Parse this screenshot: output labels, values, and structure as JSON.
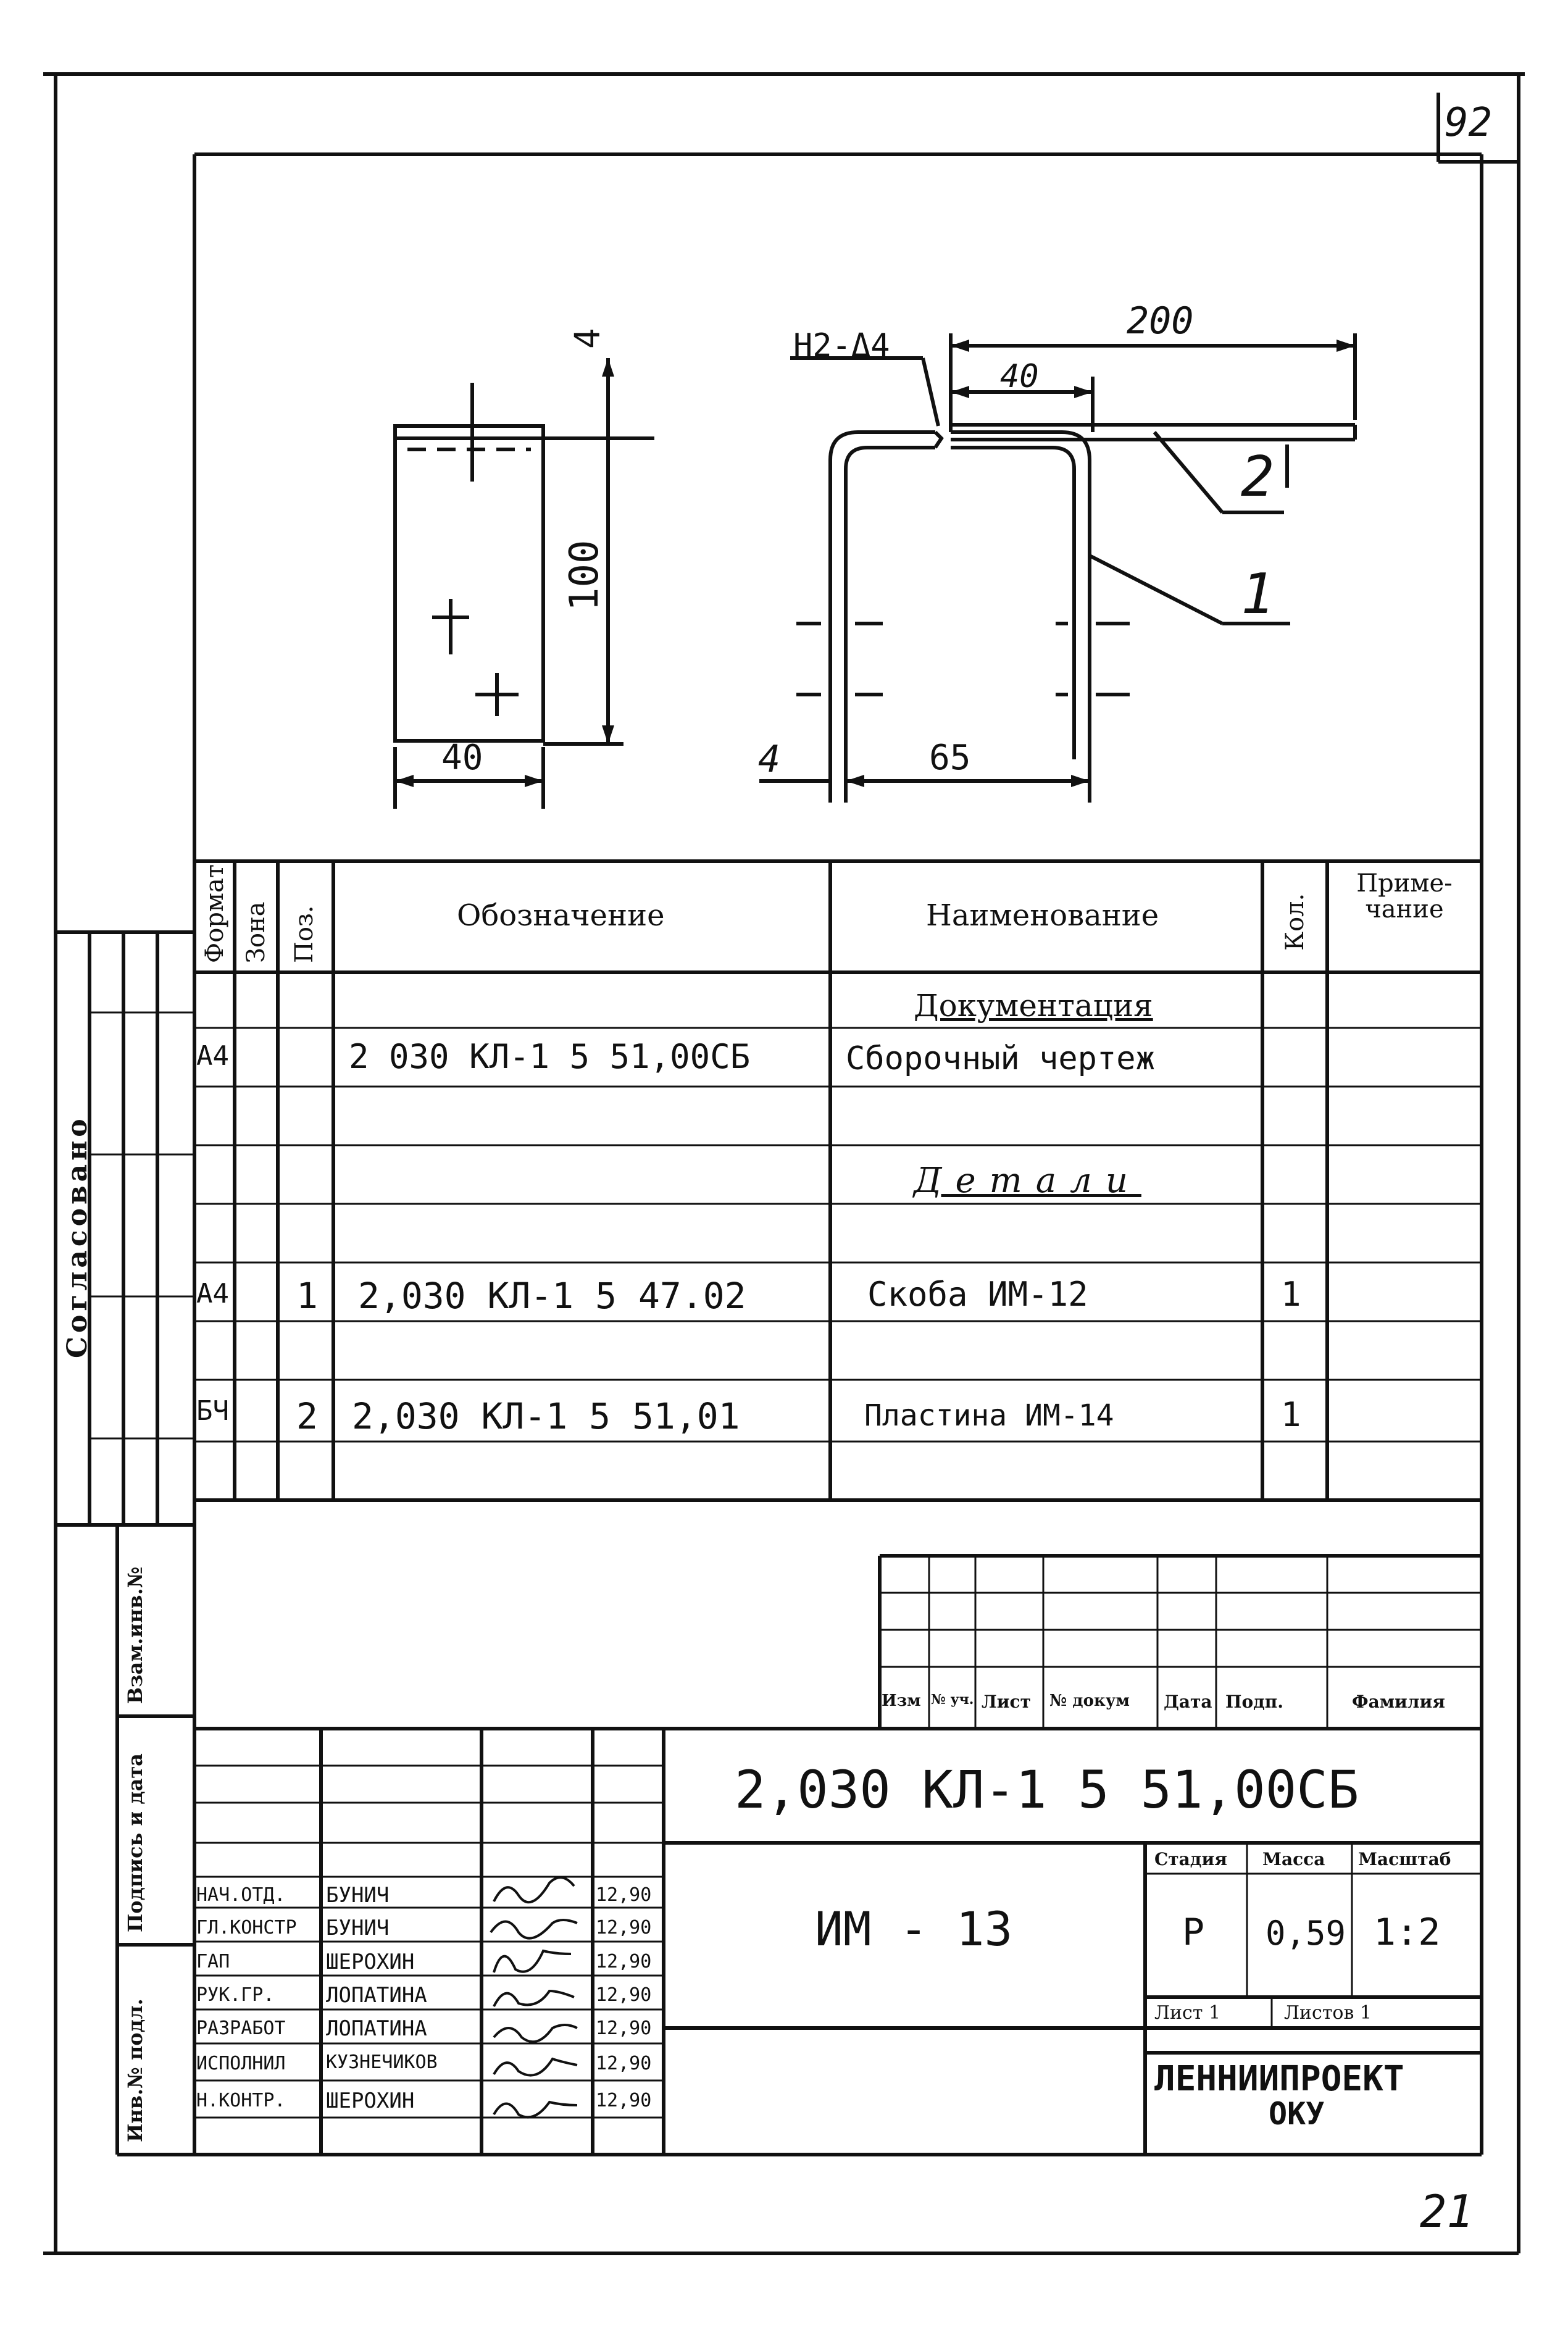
{
  "sheet_number": "92",
  "page_mark": "21",
  "drawing": {
    "left_view": {
      "dim_top": "4",
      "dim_height": "100",
      "dim_width": "40"
    },
    "right_view": {
      "weld_mark": "H2-Δ4",
      "dim_overall": "200",
      "dim_inner": "40",
      "dim_thickness": "4",
      "dim_width": "65",
      "leader_1": "1",
      "leader_2": "2"
    }
  },
  "spec_table": {
    "headers": {
      "format": "Формат",
      "zone": "Зона",
      "pos": "Поз.",
      "designation": "Обозначение",
      "name": "Наименование",
      "qty": "Кол.",
      "note": "Приме-чание"
    },
    "section_docs": "Документация",
    "section_parts": "Детали",
    "rows": [
      {
        "format": "A4",
        "pos": "",
        "designation": "2 030 КЛ-1  5  51,00СБ",
        "name": "Сборочный чертеж",
        "qty": ""
      },
      {
        "format": "A4",
        "pos": "1",
        "designation": "2,030 КЛ-1  5   47.02",
        "name": "Скоба ИМ-12",
        "qty": "1"
      },
      {
        "format": "БЧ",
        "pos": "2",
        "designation": "2,030 КЛ-1  5   51,01",
        "name": "Пластина ИМ-14",
        "qty": "1"
      }
    ]
  },
  "side_stamp": {
    "agreed": "Согласовано",
    "inv_replace": "Взам.инв.№",
    "sign_date": "Подпись и дата",
    "inv_orig": "Инв.№ подл."
  },
  "title_block": {
    "rev_headers": [
      "Изм",
      "№ уч.",
      "Лист",
      "№ докум",
      "Дата",
      "Подп.",
      "Фамилия"
    ],
    "code": "2,030  КЛ-1   5   51,00СБ",
    "product": "ИМ - 13",
    "stage_label": "Стадия",
    "mass_label": "Масса",
    "scale_label": "Масштаб",
    "stage": "Р",
    "mass": "0,59",
    "scale": "1:2",
    "sheet_label": "Лист 1",
    "sheets_label": "Листов  1",
    "org_line1": "ЛЕННИИПРОЕКТ",
    "org_line2": "ОКУ",
    "signers": [
      {
        "role": "НАЧ.ОТД.",
        "name": "БУНИЧ",
        "date": "12,90"
      },
      {
        "role": "ГЛ.КОНСТР",
        "name": "БУНИЧ",
        "date": "12,90"
      },
      {
        "role": "ГАП",
        "name": "ШЕРОХИН",
        "date": "12,90"
      },
      {
        "role": "РУК.ГР.",
        "name": "ЛОПАТИНА",
        "date": "12,90"
      },
      {
        "role": "РАЗРАБОТ",
        "name": "ЛОПАТИНА",
        "date": "12,90"
      },
      {
        "role": "ИСПОЛНИЛ",
        "name": "КУЗНЕЧИКОВ",
        "date": "12,90"
      },
      {
        "role": "Н.КОНТР.",
        "name": "ШЕРОХИН",
        "date": "12,90"
      }
    ]
  }
}
